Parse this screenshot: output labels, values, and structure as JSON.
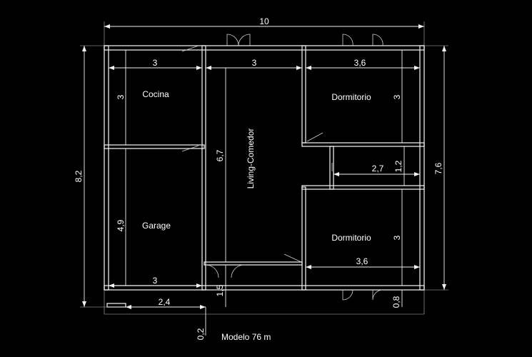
{
  "rooms": {
    "cocina": "Cocina",
    "garage": "Garage",
    "living": "Living-Comedor",
    "dorm_top": "Dormitorio",
    "dorm_bottom": "Dormitorio"
  },
  "dimensions": {
    "total_width": "10",
    "total_height": "8,2",
    "right_height": "7,6",
    "cocina_width": "3",
    "living_width": "3",
    "dorm_top_width": "3,6",
    "cocina_height": "3",
    "living_height": "6,7",
    "dorm_top_height": "3",
    "bath_width": "2,7",
    "bath_height": "1,2",
    "garage_height": "4,9",
    "garage_width": "3",
    "dorm_bottom_height": "3",
    "dorm_bottom_width": "3,6",
    "entry_depth": "1,5",
    "front_width": "2,4",
    "front_offset": "0,8",
    "base_offset": "0,2"
  },
  "caption": "Modelo 76 m"
}
